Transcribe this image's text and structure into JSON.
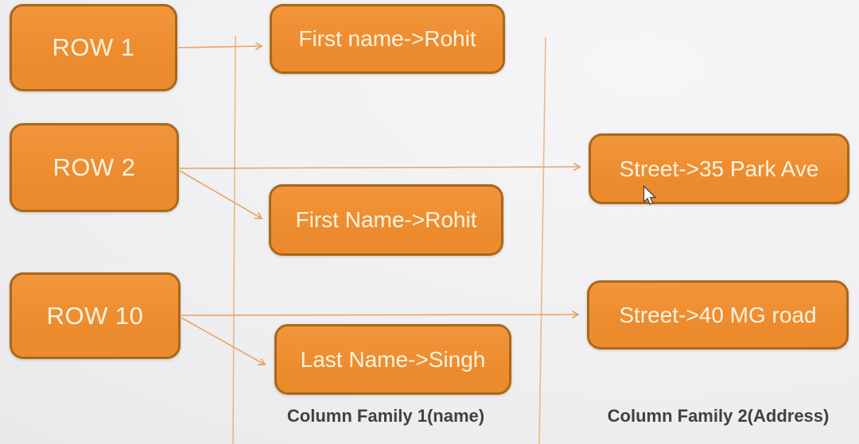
{
  "diagram": {
    "rows": [
      {
        "label": "ROW 1"
      },
      {
        "label": "ROW 2"
      },
      {
        "label": "ROW 10"
      }
    ],
    "column_family_1": {
      "label": "Column Family 1(name)",
      "cells": [
        {
          "label": "First name->Rohit"
        },
        {
          "label": "First Name->Rohit"
        },
        {
          "label": "Last Name->Singh"
        }
      ]
    },
    "column_family_2": {
      "label": "Column Family 2(Address)",
      "cells": [
        {
          "label": "Street->35 Park Ave"
        },
        {
          "label": "Street->40 MG road"
        }
      ]
    },
    "colors": {
      "box_fill": "#EC8B2D",
      "box_fill_top": "#F2953B",
      "box_border": "#A8681B",
      "box_text": "#FAF3DE",
      "connector": "#E9A463",
      "label_text": "#414141",
      "bg_start": "#F6F6F8",
      "bg_end": "#E6E6E8"
    }
  }
}
